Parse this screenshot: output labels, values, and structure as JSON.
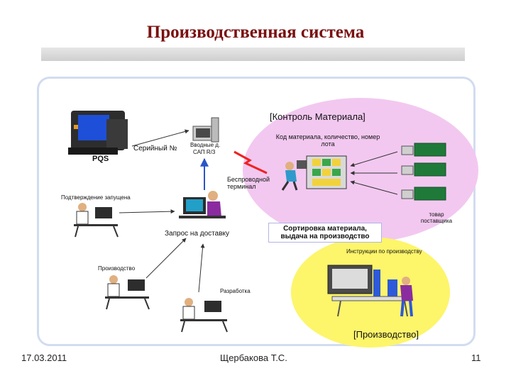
{
  "slide": {
    "title": "Производственная система",
    "date": "17.03.2011",
    "author": "Щербакова Т.С.",
    "page_number": "11"
  },
  "diagram": {
    "pqs": "PQS",
    "serial_no": "Серийный №",
    "server_label_top": "Вводные д.",
    "server_label_bottom": "САП R/3",
    "material_control": "[Контроль Материала]",
    "material_code": "Код материала, количество, номер лота",
    "wireless_terminal": "Беспроводной терминал",
    "supplier_goods": "товар поставщика",
    "sorting": "Сортировка материала, выдача на производство",
    "confirm_launch": "Подтверждение запущена",
    "delivery_request": "Запрос на доставку",
    "production_small": "Производство",
    "development": "Разработка",
    "production_instructions": "Инструкции по производству",
    "production_zone": "[Производство]"
  },
  "colors": {
    "title": "#7a1010",
    "material_zone": "#f2c8f0",
    "production_zone": "#fdf56a",
    "arrow": "#333333",
    "blue_arrow": "#2a55c8",
    "lightning": "#ee2222"
  }
}
